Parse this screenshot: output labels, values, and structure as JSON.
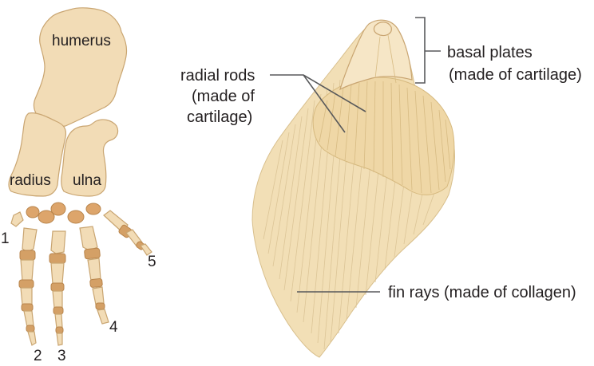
{
  "limb": {
    "humerus": "humerus",
    "radius": "radius",
    "ulna": "ulna",
    "digits": [
      "1",
      "2",
      "3",
      "4",
      "5"
    ]
  },
  "fin": {
    "radial_rods": [
      "radial rods",
      "(made of",
      "cartilage)"
    ],
    "basal_plates": [
      "basal plates",
      "(made of cartilage)"
    ],
    "fin_rays": "fin rays (made of collagen)"
  },
  "colors": {
    "bone": "#f2dcb6",
    "bone_outline": "#c9a571",
    "joint": "#d4a066",
    "fin": "#f2dfb6",
    "leader": "#58595b",
    "text": "#231f20"
  }
}
